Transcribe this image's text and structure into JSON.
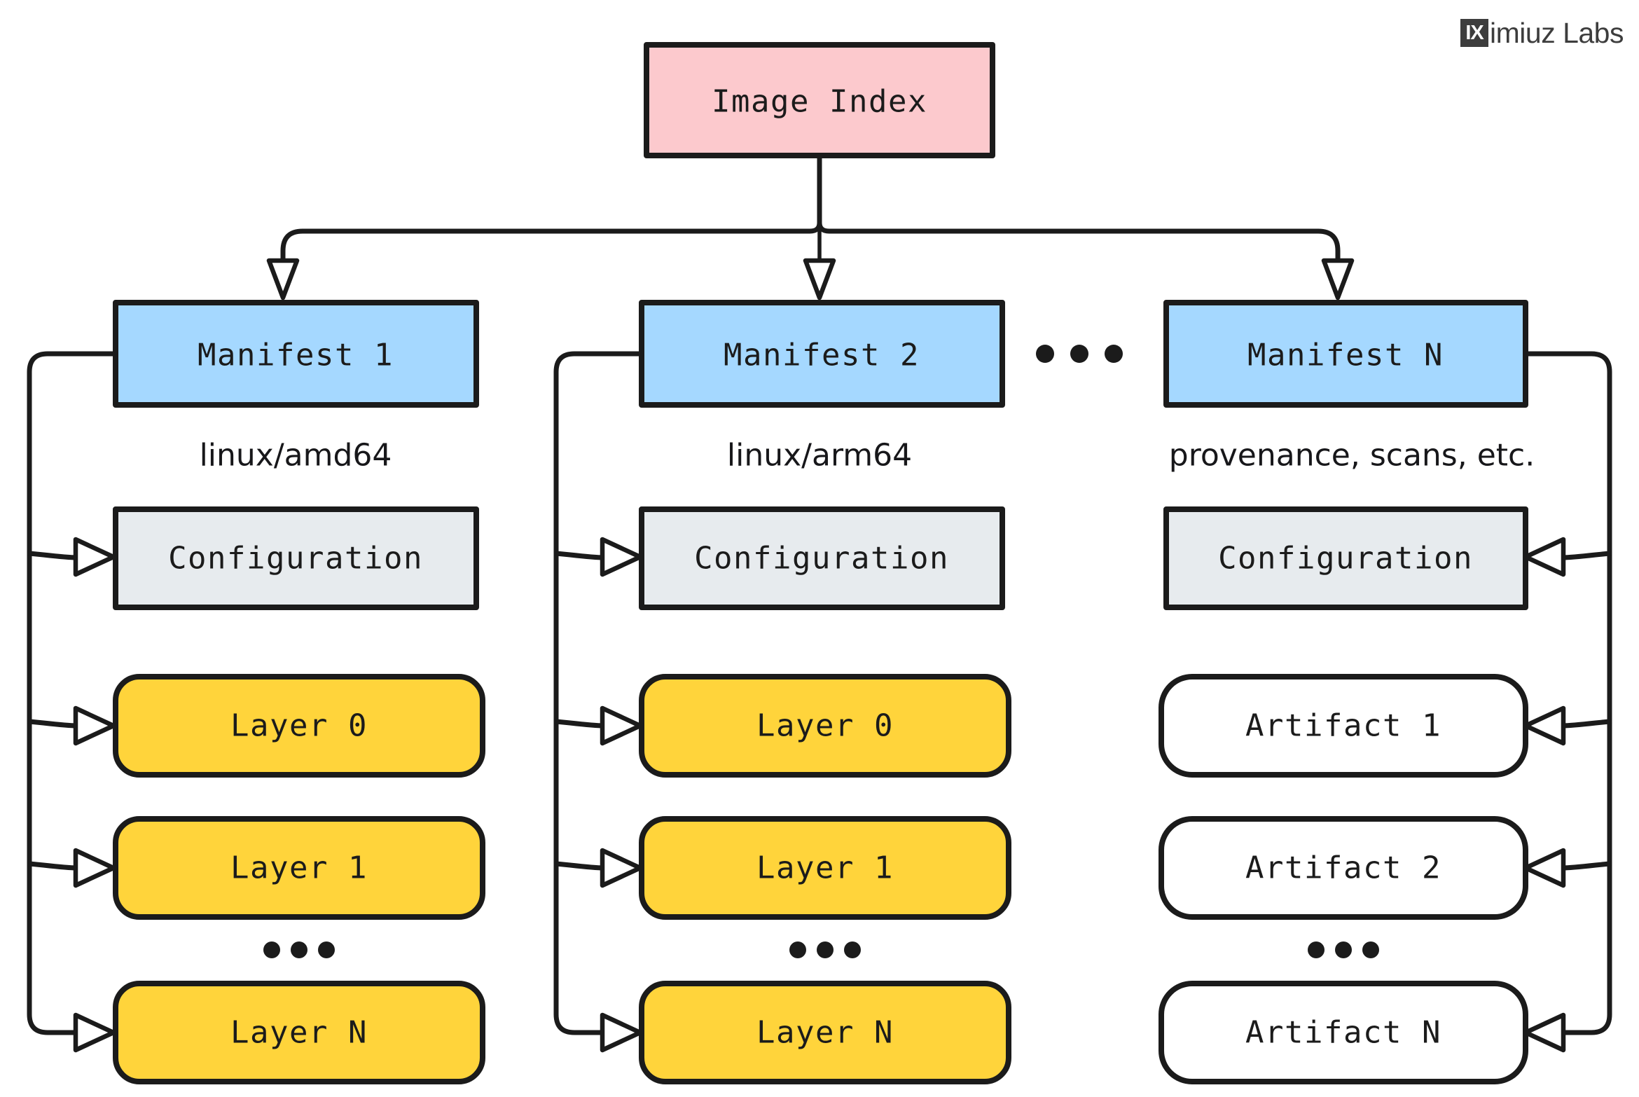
{
  "brand": {
    "mark": "IX",
    "name": "imiuz Labs"
  },
  "colors": {
    "index_fill": "#fcc9cd",
    "manifest_fill": "#a5d8ff",
    "config_fill": "#e7ebee",
    "layer_fill": "#ffd43b",
    "artifact_fill": "#ffffff",
    "stroke": "#1b1b1b",
    "text": "#1b1b1b",
    "background": "#ffffff",
    "brand_dark": "#3d3d3d"
  },
  "root": {
    "label": "Image Index"
  },
  "ellipsis": {
    "glyph": "...",
    "between_manifests": "...",
    "column_gap": "..."
  },
  "columns": [
    {
      "manifest": "Manifest 1",
      "platform": "linux/amd64",
      "config": "Configuration",
      "items": [
        "Layer 0",
        "Layer 1",
        "Layer N"
      ],
      "item_kind": "layer",
      "gap_marker": "...",
      "side": "left"
    },
    {
      "manifest": "Manifest 2",
      "platform": "linux/arm64",
      "config": "Configuration",
      "items": [
        "Layer 0",
        "Layer 1",
        "Layer N"
      ],
      "item_kind": "layer",
      "gap_marker": "...",
      "side": "left"
    },
    {
      "manifest": "Manifest N",
      "platform": "provenance, scans, etc.",
      "config": "Configuration",
      "items": [
        "Artifact 1",
        "Artifact 2",
        "Artifact N"
      ],
      "item_kind": "artifact",
      "gap_marker": "...",
      "side": "right"
    }
  ]
}
